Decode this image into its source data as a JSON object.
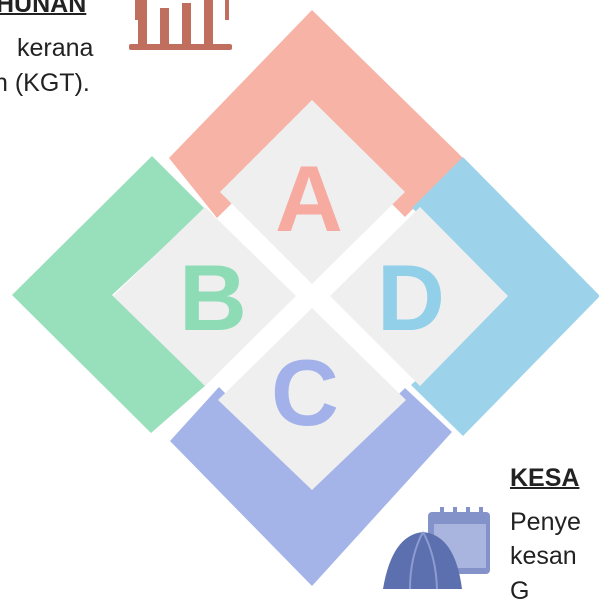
{
  "top_left": {
    "heading": "HUNAN",
    "line1": "kerana",
    "line2": "n (KGT)."
  },
  "bottom_right": {
    "heading": "KESA",
    "line1": "Penye",
    "line2": "kesan",
    "line3": "G"
  },
  "quadrants": [
    {
      "letter": "A",
      "color": "#f6b3a6",
      "letter_color": "#f6aaa0"
    },
    {
      "letter": "B",
      "color": "#98dfbc",
      "letter_color": "#8edcb6"
    },
    {
      "letter": "C",
      "color": "#a4b4e8",
      "letter_color": "#a2b1ea"
    },
    {
      "letter": "D",
      "color": "#9cd3ea",
      "letter_color": "#92cfe9"
    }
  ],
  "inner_color": "#efefef",
  "icons": {
    "top": "bar-chart-icon",
    "bottom": "calendar-umbrella-icon"
  }
}
